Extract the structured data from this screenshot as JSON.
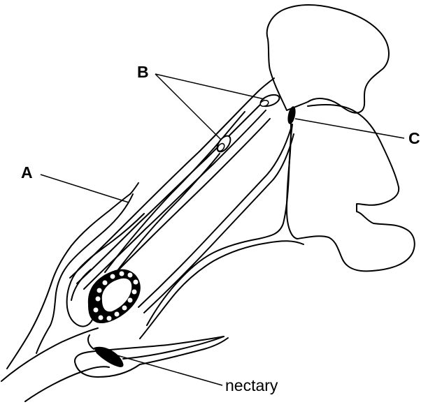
{
  "labels": {
    "a": "A",
    "b": "B",
    "c": "C",
    "nectary": "nectary"
  },
  "colors": {
    "line": "#000000",
    "background": "#ffffff"
  }
}
